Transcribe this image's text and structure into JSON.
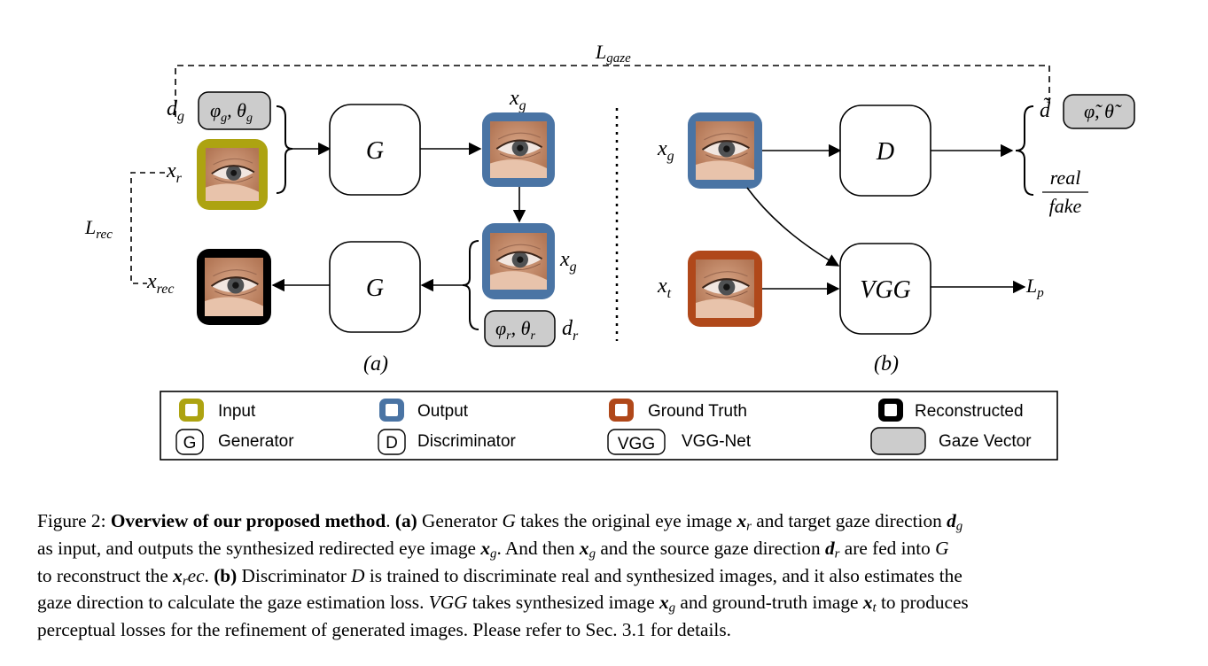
{
  "diagram": {
    "colors": {
      "input": "#ADA311",
      "output": "#4A74A4",
      "ground_truth": "#B0481A",
      "reconstructed": "#000000",
      "gaze_vector_fill": "#CCCCCC",
      "eye_skin": "#C99070"
    },
    "top_loss": {
      "symbol": "L",
      "sub": "gaze"
    },
    "panel_a": {
      "caption": "(a)",
      "dg_label": {
        "base": "d",
        "sub": "g"
      },
      "dg_vector": {
        "phi": "φ",
        "phi_sub": "g",
        "theta": "θ",
        "theta_sub": "g"
      },
      "xr_label": {
        "base": "x",
        "sub": "r"
      },
      "generator_top": "G",
      "xg_top_label": {
        "base": "x",
        "sub": "g"
      },
      "xg_bottom_label": {
        "base": "x",
        "sub": "g"
      },
      "dr_vector": {
        "phi": "φ",
        "phi_sub": "r",
        "theta": "θ",
        "theta_sub": "r"
      },
      "dr_label": {
        "base": "d",
        "sub": "r"
      },
      "generator_bottom": "G",
      "xrec_label": {
        "base": "x",
        "sub": "rec"
      },
      "rec_loss": {
        "symbol": "L",
        "sub": "rec"
      }
    },
    "panel_b": {
      "caption": "(b)",
      "xg_label": {
        "base": "x",
        "sub": "g"
      },
      "xt_label": {
        "base": "x",
        "sub": "t"
      },
      "discriminator": "D",
      "vgg": "VGG",
      "d_tilde_label": "d̃",
      "gaze_estimate": "φ̃, θ̃",
      "real": "real",
      "fake": "fake",
      "perceptual_loss": {
        "symbol": "L",
        "sub": "p"
      }
    }
  },
  "legend": {
    "items": [
      {
        "key": "input",
        "label": "Input",
        "type": "frame",
        "color": "#ADA311"
      },
      {
        "key": "output",
        "label": "Output",
        "type": "frame",
        "color": "#4A74A4"
      },
      {
        "key": "ground_truth",
        "label": "Ground Truth",
        "type": "frame",
        "color": "#B0481A"
      },
      {
        "key": "reconstructed",
        "label": "Reconstructed",
        "type": "frame",
        "color": "#000000"
      },
      {
        "key": "generator",
        "label": "Generator",
        "type": "box",
        "glyph": "G"
      },
      {
        "key": "discriminator",
        "label": "Discriminator",
        "type": "box",
        "glyph": "D"
      },
      {
        "key": "vgg",
        "label": "VGG-Net",
        "type": "box",
        "glyph": "VGG"
      },
      {
        "key": "gaze_vector",
        "label": "Gaze Vector",
        "type": "gray",
        "color": "#CCCCCC"
      }
    ]
  },
  "caption": {
    "figure_label": "Figure 2:",
    "title": "Overview of our proposed method",
    "lines": [
      [
        {
          "t": "Figure 2: "
        },
        {
          "t": "Overview of our proposed method",
          "s": "b"
        },
        {
          "t": ". "
        },
        {
          "t": "(a)",
          "s": "b"
        },
        {
          "t": " Generator "
        },
        {
          "t": "G",
          "s": "i"
        },
        {
          "t": " takes the original eye image "
        },
        {
          "t": "x",
          "s": "bi",
          "sub": "r"
        },
        {
          "t": " and target gaze direction "
        },
        {
          "t": "d",
          "s": "bi",
          "sub": "g"
        }
      ],
      [
        {
          "t": "as input, and outputs the synthesized redirected eye image "
        },
        {
          "t": "x",
          "s": "bi",
          "sub": "g"
        },
        {
          "t": ". And then "
        },
        {
          "t": "x",
          "s": "bi",
          "sub": "g"
        },
        {
          "t": " and the source gaze direction "
        },
        {
          "t": "d",
          "s": "bi",
          "sub": "r"
        },
        {
          "t": " are fed into "
        },
        {
          "t": "G",
          "s": "i"
        }
      ],
      [
        {
          "t": "to reconstruct the "
        },
        {
          "t": "x",
          "s": "bi",
          "sub": "r"
        },
        {
          "t": "ec",
          "s": "i"
        },
        {
          "t": ". "
        },
        {
          "t": "(b)",
          "s": "b"
        },
        {
          "t": " Discriminator "
        },
        {
          "t": "D",
          "s": "i"
        },
        {
          "t": " is trained to discriminate real and synthesized images, and it also estimates the"
        }
      ],
      [
        {
          "t": "gaze direction to calculate the gaze estimation loss. "
        },
        {
          "t": "VGG",
          "s": "i"
        },
        {
          "t": " takes synthesized image "
        },
        {
          "t": "x",
          "s": "bi",
          "sub": "g"
        },
        {
          "t": " and ground-truth image "
        },
        {
          "t": "x",
          "s": "bi",
          "sub": "t"
        },
        {
          "t": " to produces"
        }
      ],
      [
        {
          "t": "perceptual losses for the refinement of generated images. Please refer to Sec. 3.1 for details."
        }
      ]
    ]
  }
}
